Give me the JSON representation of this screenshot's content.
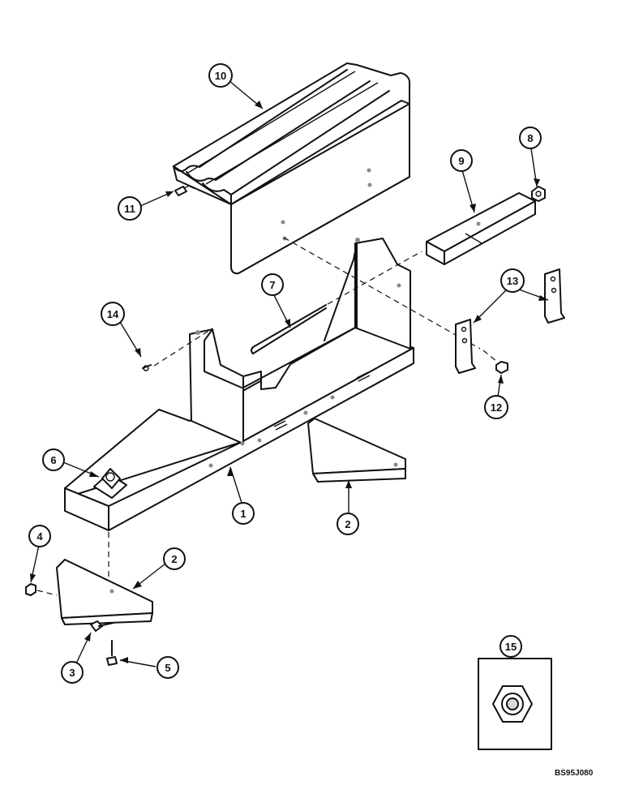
{
  "callouts": {
    "c1": "1",
    "c2a": "2",
    "c2b": "2",
    "c3": "3",
    "c4": "4",
    "c5": "5",
    "c6": "6",
    "c7": "7",
    "c8": "8",
    "c9": "9",
    "c10": "10",
    "c11": "11",
    "c12": "12",
    "c13": "13",
    "c14": "14",
    "c15": "15"
  },
  "reference_code": "BS95J080"
}
